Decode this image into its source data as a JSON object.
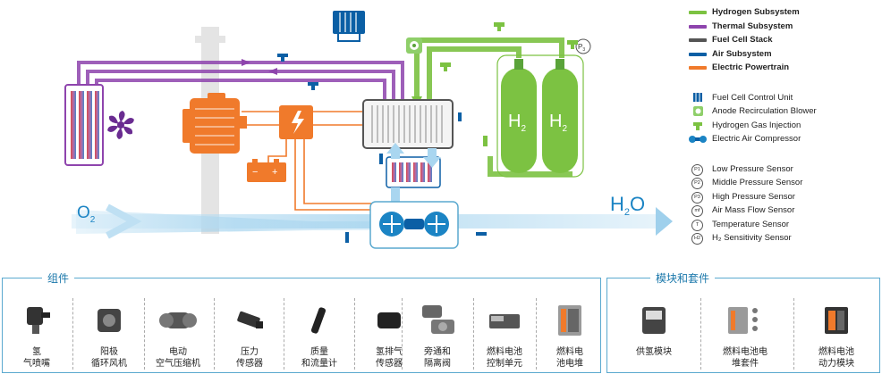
{
  "diagram": {
    "o2_label": "O",
    "o2_sub": "2",
    "h2o_label_h": "H",
    "h2o_label_sub": "2",
    "h2o_label_o": "O",
    "tank_label_h": "H",
    "tank_label_sub": "2",
    "p3_label": "P",
    "p3_sub": "3"
  },
  "legend": {
    "subsystems": [
      {
        "label": "Hydrogen Subsystem",
        "color": "#7cc242"
      },
      {
        "label": "Thermal Subsystem",
        "color": "#8e44ad"
      },
      {
        "label": "Fuel Cell Stack",
        "color": "#555555"
      },
      {
        "label": "Air Subsystem",
        "color": "#0b5fa5"
      },
      {
        "label": "Electric Powertrain",
        "color": "#f07a2b"
      }
    ],
    "components": [
      {
        "label": "Fuel Cell Control Unit",
        "icon": "control-unit-icon"
      },
      {
        "label": "Anode Recirculation Blower",
        "icon": "blower-icon"
      },
      {
        "label": "Hydrogen Gas Injection",
        "icon": "injector-icon"
      },
      {
        "label": "Electric Air Compressor",
        "icon": "compressor-icon"
      }
    ],
    "sensors": [
      {
        "symbol": "P1",
        "label": "Low Pressure Sensor"
      },
      {
        "symbol": "P2",
        "label": "Middle Pressure Sensor"
      },
      {
        "symbol": "P3",
        "label": "High Pressure Sensor"
      },
      {
        "symbol": "mf",
        "label": "Air Mass Flow Sensor"
      },
      {
        "symbol": "T",
        "label": "Temperature Sensor"
      },
      {
        "symbol": "H2",
        "label": "H₂ Sensitivity Sensor"
      }
    ]
  },
  "components_panel": {
    "title": "组件",
    "items": [
      {
        "line1": "氢",
        "line2": "气喷嘴"
      },
      {
        "line1": "阳极",
        "line2": "循环风机"
      },
      {
        "line1": "电动",
        "line2": "空气压缩机"
      },
      {
        "line1": "压力",
        "line2": "传感器"
      },
      {
        "line1": "质量",
        "line2": "和流量计"
      },
      {
        "line1": "氢排气",
        "line2": "传感器"
      },
      {
        "line1": "旁通和",
        "line2": "隔离阀"
      },
      {
        "line1": "燃料电池",
        "line2": "控制单元"
      },
      {
        "line1": "燃料电",
        "line2": "池电堆"
      }
    ]
  },
  "modules_panel": {
    "title": "模块和套件",
    "items": [
      {
        "line1": "供氢模块",
        "line2": ""
      },
      {
        "line1": "燃料电池电",
        "line2": "堆套件"
      },
      {
        "line1": "燃料电池",
        "line2": "动力模块"
      }
    ]
  }
}
